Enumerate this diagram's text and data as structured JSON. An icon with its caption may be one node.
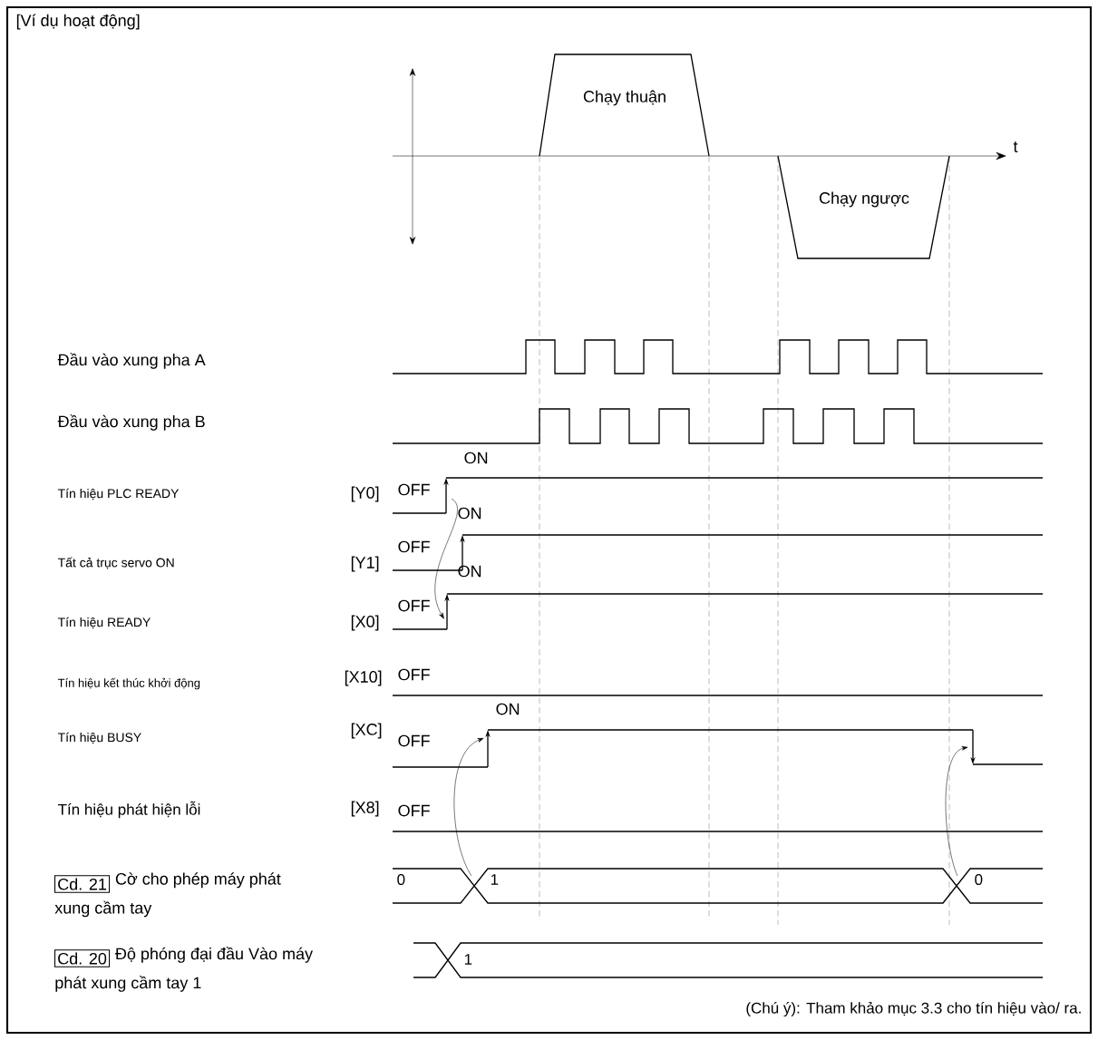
{
  "diagram": {
    "title": "[Ví dụ hoạt động]",
    "nodes": [
      {
        "text": [
          "Chạy thuận"
        ]
      },
      {
        "text": [
          "Chạy ngược"
        ]
      },
      {
        "text": [
          "Cd. 21"
        ],
        "beside": [
          "Cờ cho phép máy phát xung cầm tay"
        ]
      },
      {
        "text": [
          "Cd. 20"
        ],
        "beside": [
          "Độ phóng đại đầu Vào máy phát xung cầm tay 1"
        ]
      }
    ],
    "labels": [
      "t",
      "Đầu vào xung pha A",
      "Đầu vào xung pha B",
      "ON",
      "Tín hiệu PLC READY",
      "[Y0]",
      "OFF",
      "ON",
      "OFF",
      "Tất cả trục servo ON",
      "[Y1]",
      "ON",
      "OFF",
      "Tín hiệu READY",
      "[X0]",
      "Tín hiệu kết thúc khởi động",
      "[X10]",
      "OFF",
      "ON",
      "Tín hiệu BUSY",
      "[XC]",
      "OFF",
      "Tín hiệu phát hiện lỗi",
      "[X8]",
      "OFF",
      "0",
      "1",
      "0",
      "1",
      "(Chú ý): Tham khảo mục 3.3 cho tín hiệu vào/ ra."
    ]
  }
}
